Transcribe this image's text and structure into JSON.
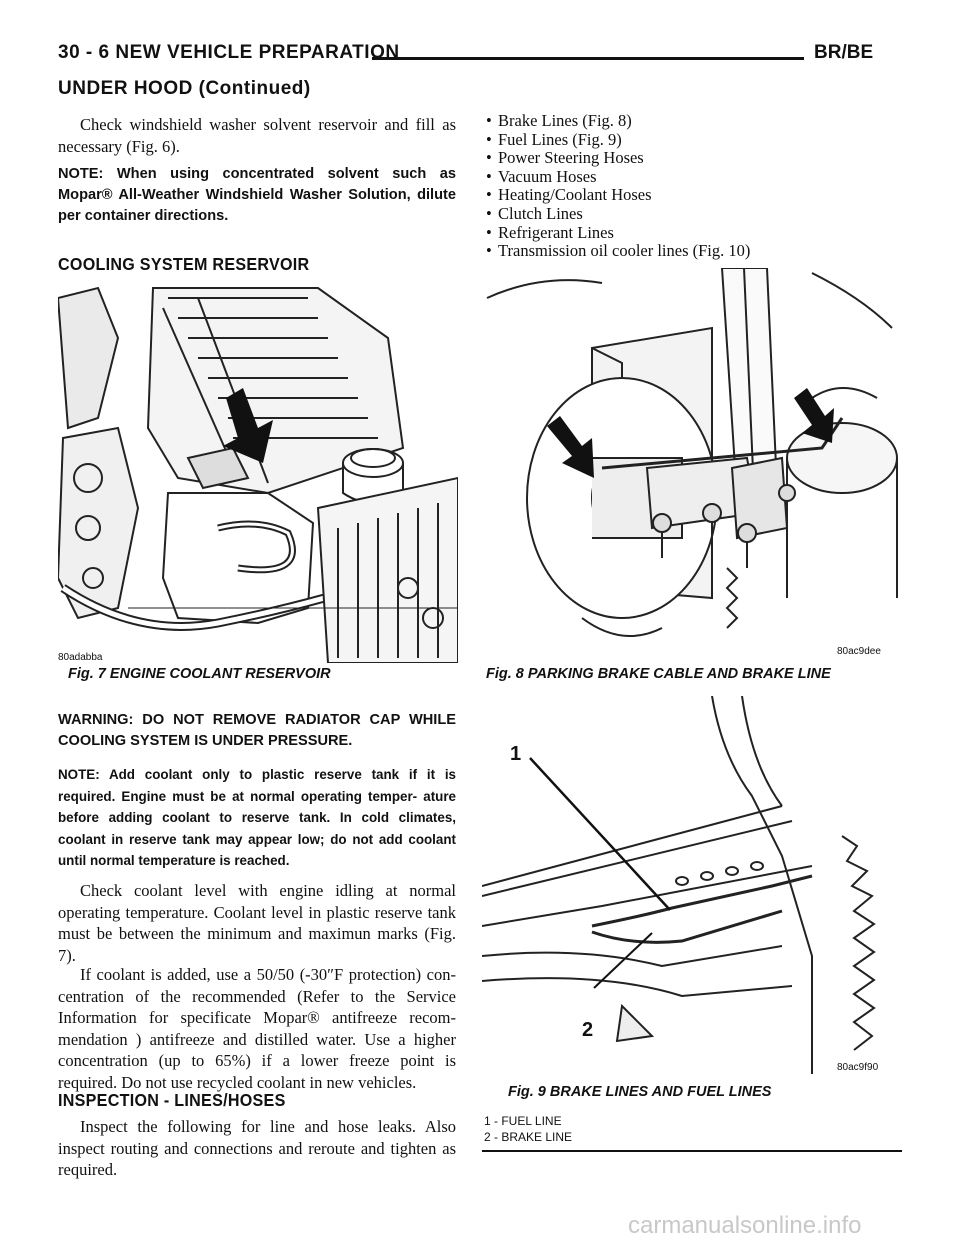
{
  "header": {
    "page_ref": "30 - 6   NEW VEHICLE PREPARATION",
    "model": "BR/BE",
    "continued": "UNDER HOOD (Continued)"
  },
  "left": {
    "para1": "Check windshield washer solvent reservoir and fill as necessary (Fig. 6).",
    "note1": "NOTE: When using concentrated solvent such as Mopar® All-Weather Windshield Washer Solution, dilute per container directions.",
    "sec_cooling": "COOLING SYSTEM RESERVOIR",
    "fig7": {
      "code": "80adabba",
      "caption": "Fig. 7 ENGINE COOLANT RESERVOIR"
    },
    "warning": "WARNING: DO NOT REMOVE RADIATOR CAP WHILE COOLING SYSTEM IS UNDER PRESSURE.",
    "note2": "NOTE: Add coolant only to plastic reserve tank if it is required. Engine must be at normal operating temper- ature before adding coolant to reserve tank. In cold climates, coolant in reserve tank may appear low; do not add coolant until normal temperature is reached.",
    "para2": "Check coolant level with engine idling at normal operating temperature. Coolant level in plastic reserve tank must be between the minimum and maximun marks (Fig. 7).",
    "para3": "If coolant is added, use a 50/50 (-30″F protection) con- centration of the recommended (Refer to the Service Information for specificate Mopar® antifreeze recom- mendation ) antifreeze and distilled water. Use a higher concentration (up to 65%) if a lower freeze point is required. Do not use recycled coolant in new vehicles.",
    "sec_inspection": "INSPECTION - LINES/HOSES",
    "para4": "Inspect the following for line and hose leaks. Also inspect routing and connections and reroute and tighten as required."
  },
  "right": {
    "bullet_glyph": "•",
    "bullets": [
      "Brake Lines (Fig. 8)",
      "Fuel Lines (Fig. 9)",
      "Power Steering Hoses",
      "Vacuum Hoses",
      "Heating/Coolant Hoses",
      "Clutch Lines",
      "Refrigerant Lines",
      "Transmission oil cooler lines (Fig. 10)"
    ],
    "fig8": {
      "code": "80ac9dee",
      "caption": "Fig. 8 PARKING BRAKE CABLE AND BRAKE LINE"
    },
    "fig9": {
      "code": "80ac9f90",
      "caption": "Fig. 9 BRAKE LINES AND FUEL LINES",
      "callout1": "1",
      "callout2": "2",
      "legend": [
        "1 - FUEL LINE",
        "2 - BRAKE LINE"
      ]
    }
  },
  "watermark": "carmanualsonline.info"
}
